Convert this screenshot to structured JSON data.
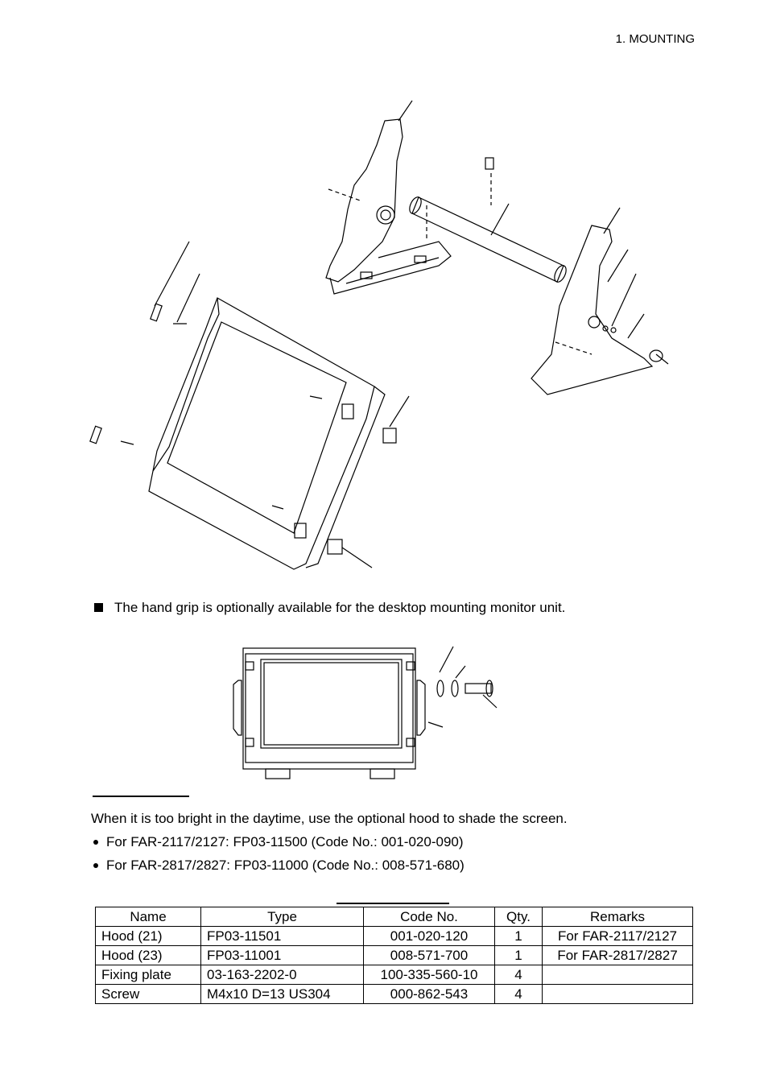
{
  "header": {
    "section": "1.  MOUNTING"
  },
  "handgrip_note": "The hand grip is optionally available for the desktop mounting monitor unit.",
  "hood": {
    "intro": "When it is too bright in the daytime, use the optional hood to shade the screen.",
    "items": [
      "For FAR-2117/2127: FP03-11500 (Code No.: 001-020-090)",
      "For FAR-2817/2827: FP03-11000 (Code No.: 008-571-680)"
    ]
  },
  "table": {
    "headers": [
      "Name",
      "Type",
      "Code No.",
      "Qty.",
      "Remarks"
    ],
    "rows": [
      [
        "Hood (21)",
        "FP03-11501",
        "001-020-120",
        "1",
        "For FAR-2117/2127"
      ],
      [
        "Hood (23)",
        "FP03-11001",
        "008-571-700",
        "1",
        "For FAR-2817/2827"
      ],
      [
        "Fixing plate",
        "03-163-2202-0",
        "100-335-560-10",
        "4",
        ""
      ],
      [
        "Screw",
        "M4x10 D=13 US304",
        "000-862-543",
        "4",
        ""
      ]
    ]
  }
}
